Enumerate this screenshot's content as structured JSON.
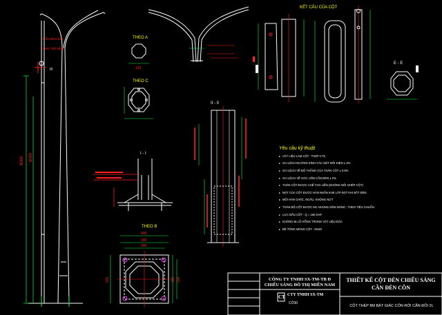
{
  "section_labels": {
    "structure": "KẾT CẤU CỦA CỘT",
    "view_a": "THEO A",
    "view_c": "THEO C",
    "section_ii_ii": "II - II",
    "section_i_i": "I - I",
    "view_b": "THEO B",
    "section_ee": "E - E"
  },
  "requirements": {
    "title": "Yêu cầu kỹ thuật",
    "items": [
      "VẬT LIỆU LÀM CỘT : THÉP CT3",
      "SAI LỆCH ĐƯỜNG KÍNH CÁC MẶT ĐỐI DIỆN ± 4%",
      "SAI LỆCH VỀ ĐỘ THẲNG CỦA THÂN CỘT ± 0.5%",
      "SAI LỆCH VỀ GÓC UỐN CẦN ĐÈN ± 2%",
      "THÂN CỘT ĐƯỢC CHẾ TẠO LIỀN (KHÔNG NỐI GHÉP CỘT)",
      "MẶT CỦA CỘT ĐƯỢC HÀN NHẴN KHE LẮP ĐẶT KHI BẮT ĐÈN",
      "MỐI HÀN CHẮC, NGẤU, KHÔNG NỨT",
      "TOÀN BỘ CỘT ĐƯỢC MẠ NHÚNG KẼM NÓNG : THEO TIÊU CHUẨN",
      "LỰC ĐẦU CỘT : Q = 150 DAP",
      "KHÔNG BỊ LỖ HỔNG TRONG VẬT LIỆU ĐẶC",
      "BÊ TÔNG MÓNG CỘT : M150"
    ]
  },
  "title_block": {
    "company_line1": "CÔNG TY TNHH SX-TM-TB Đ",
    "company_line2": "CHIẾU SÁNG ĐÔ THỊ MIỀN NAM",
    "company_short": "CTY TNHH SX-TM",
    "logo_letters": "CT",
    "ref": "CÔ30",
    "drawing_title_line1": "THIẾT KẾ CỘT ĐÈN CHIẾU SÁNG",
    "drawing_title_line2": "CẦN ĐÈN CÔN",
    "subtitle": "CỘT THÉP 8M BÁT GIÁC CÔN RỜI CẦN ĐÔI 2L"
  },
  "dimensions": {
    "pole_height_a": "8000",
    "pole_height_b": "6000",
    "dim_200": "200",
    "dim_300": "300",
    "dim_400": "400",
    "dim_120": "120",
    "dim_200b": "200",
    "dim_300b": "300",
    "dim_400b": "400",
    "mark_iii": "III",
    "lamp_note_a": "CẦN ĐÈN ĐÔI",
    "lamp_note_b": "ỐNG NỐI ĐÈN"
  },
  "colors": {
    "background": "#000000",
    "white_line": "#ffffff",
    "yellow": "#ffff00",
    "red": "#ff2020",
    "green": "#00ff40",
    "cyan": "#00e0e0",
    "magenta": "#ff40ff",
    "blue": "#3040ff"
  }
}
